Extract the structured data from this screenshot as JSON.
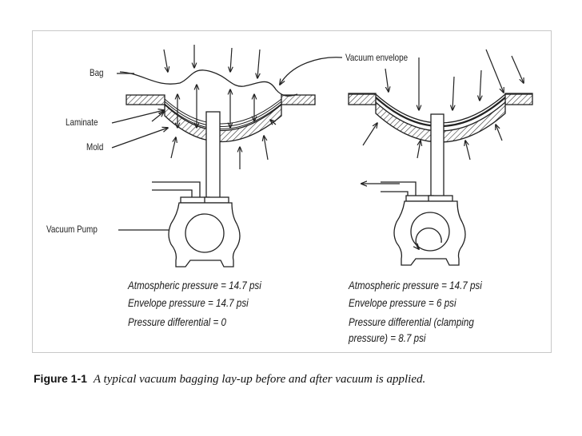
{
  "labels": {
    "bag": "Bag",
    "vacuum_envelope": "Vacuum envelope",
    "laminate": "Laminate",
    "mold": "Mold",
    "vacuum_pump": "Vacuum Pump"
  },
  "before": {
    "atmospheric": "Atmospheric pressure = 14.7 psi",
    "envelope": "Envelope pressure = 14.7 psi",
    "differential": "Pressure differential = 0"
  },
  "after": {
    "atmospheric": "Atmospheric pressure = 14.7 psi",
    "envelope": "Envelope pressure = 6 psi",
    "differential_line1": "Pressure differential (clamping",
    "differential_line2": "pressure) = 8.7 psi"
  },
  "caption": {
    "number": "Figure 1-1",
    "text": "A typical vacuum bagging lay-up before and after vacuum is applied."
  }
}
